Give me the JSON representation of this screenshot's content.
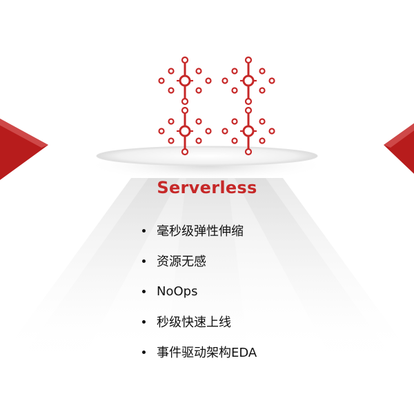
{
  "slide": {
    "title": "Serverless",
    "bullets": [
      "毫秒级弹性伸缩",
      "资源无感",
      "NoOps",
      "秒级快速上线",
      "事件驱动架构EDA"
    ],
    "accent_color": "#c62828",
    "icon": "serverless-nodes-icon"
  }
}
